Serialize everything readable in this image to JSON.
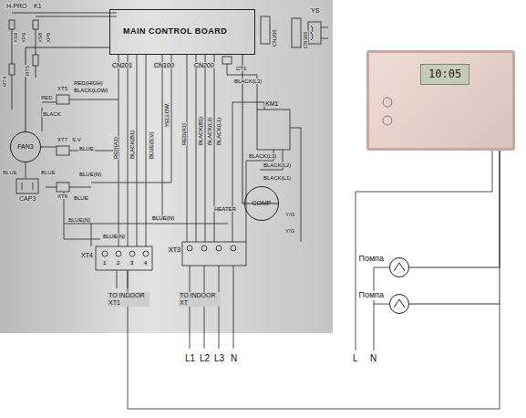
{
  "diagram": {
    "nodes": [
      {
        "text": [
          "MAIN CONTROL BOARD"
        ]
      },
      {
        "text": [
          "FAN3"
        ]
      },
      {
        "text": [
          "COMP"
        ]
      },
      {
        "text": [
          "10:05"
        ]
      },
      {
        "text": [
          "Помпа"
        ]
      },
      {
        "text": [
          "Помпа"
        ]
      }
    ],
    "edges": [
      {
        "from": 0,
        "to": 1,
        "arrow": "none"
      },
      {
        "from": 0,
        "to": 2,
        "arrow": "none"
      },
      {
        "from": 3,
        "to": 4,
        "arrow": "none"
      },
      {
        "from": 3,
        "to": 5,
        "arrow": "none"
      }
    ],
    "labels": [
      "H-PRO",
      "K1",
      "XS9",
      "XP9",
      "XS8",
      "XP8",
      "RT4",
      "RT5",
      "CN206",
      "CN306",
      "YS",
      "CN201",
      "CN100",
      "CN200",
      "CT1",
      "RED(HIGH)",
      "BLACK(LOW)",
      "RED(A1)",
      "BLACK(B1)",
      "BLUE(S.V)",
      "YELLOW",
      "RED(A1)",
      "BLACK(B1)",
      "BLACK(L3)",
      "BLACK(L1)",
      "BLACK(L3)",
      "RED",
      "BLACK",
      "XT5",
      "S.V",
      "XT7",
      "BLUE",
      "BLUE",
      "BLUE",
      "CAP3",
      "BLUE(N)",
      "XT6",
      "BLUE",
      "BLUE(N)",
      "BLUE(N)",
      "BLUE(N)",
      "KM1",
      "BLACK(L3)",
      "BLACK(L2)",
      "BLACK(L1)",
      "HEATER",
      "Y/G",
      "Y/G",
      "XT4",
      "1",
      "2",
      "3",
      "4",
      "XT3",
      "TO INDOOR XT1",
      "TO INDOOR XT",
      "L1",
      "L2",
      "L3",
      "N",
      "L",
      "N"
    ]
  }
}
